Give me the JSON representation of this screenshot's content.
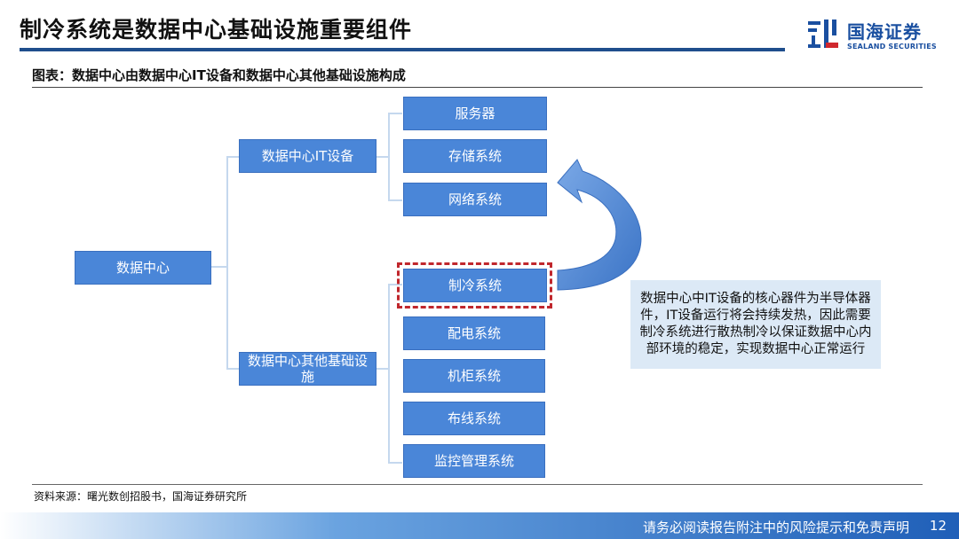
{
  "header": {
    "title": "制冷系统是数据中心基础设施重要组件",
    "logo_cn": "国海证券",
    "logo_en": "SEALAND SECURITIES"
  },
  "figure": {
    "caption": "图表：数据中心由数据中心IT设备和数据中心其他基础设施构成",
    "root": "数据中心",
    "branches": [
      {
        "label": "数据中心IT设备",
        "children": [
          "服务器",
          "存储系统",
          "网络系统"
        ]
      },
      {
        "label": "数据中心其他基础设施",
        "children": [
          "制冷系统",
          "配电系统",
          "机柜系统",
          "布线系统",
          "监控管理系统"
        ]
      }
    ],
    "highlighted": "制冷系统",
    "note": "数据中心中IT设备的核心器件为半导体器件，IT设备运行将会持续发热，因此需要制冷系统进行散热制冷以保证数据中心内部环境的稳定，实现数据中心正常运行"
  },
  "footer": {
    "source": "资料来源：曙光数创招股书，国海证券研究所",
    "disclaimer": "请务必阅读报告附注中的风险提示和免责声明",
    "page": "12"
  },
  "colors": {
    "box": "#4a86d8",
    "connector": "#c5d8ee",
    "highlight_border": "#c0272d",
    "note_bg": "#dce9f6",
    "brand": "#1a4fa0"
  }
}
